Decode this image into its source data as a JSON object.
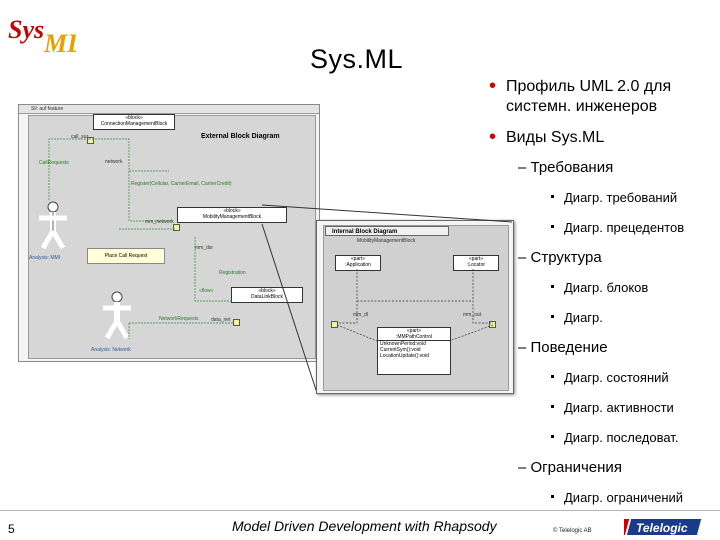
{
  "title": "Sys.ML",
  "logo": {
    "text": "SysML",
    "colors": [
      "#cc0000",
      "#e8a000"
    ]
  },
  "bullets": [
    {
      "level": 1,
      "text": "Профиль UML 2.0 для"
    },
    {
      "level": 1,
      "text": "системн. инженеров",
      "continuation": true
    },
    {
      "level": 1,
      "text": "Виды Sys.ML"
    },
    {
      "level": 2,
      "text": "– Требования"
    },
    {
      "level": 3,
      "text": "Диагр. требований"
    },
    {
      "level": 3,
      "text": "Диагр. прецедентов"
    },
    {
      "level": 2,
      "text": "– Структура"
    },
    {
      "level": 3,
      "text": "Диагр. блоков"
    },
    {
      "level": 3,
      "text": "Диагр."
    },
    {
      "level": 2,
      "text": "– Поведение"
    },
    {
      "level": 3,
      "text": "Диагр. состояний"
    },
    {
      "level": 3,
      "text": "Диагр. активности"
    },
    {
      "level": 3,
      "text": "Диагр. последоват."
    },
    {
      "level": 2,
      "text": "– Ограничения"
    },
    {
      "level": 3,
      "text": "Диагр. ограничений"
    }
  ],
  "ebd": {
    "tab": "Sll: auf feature",
    "title": "External Block Diagram",
    "block_top": "«block»\nConnectionManagementBlock",
    "port_call": "call_sur",
    "lbl_call_requests": "CallRequests",
    "lbl_network": "network",
    "lbl_register": "Register(Cellular, CarrierEmail, CarrierCredit)",
    "block_mobility": "«block»\nMobilityManagementBlock",
    "lbl_mm_network": "mm_network",
    "actor_mmi": "Analysis: MMI",
    "note_place_call": "Place Call Request",
    "lbl_mm_dsr": "mm_dsr",
    "lbl_registration": "Registration",
    "block_data": "«block»\nDataLinkBlock",
    "lbl_network_requests": "NetworkRequests",
    "lbl_data_net": "data_net",
    "actor_network": "Analysis: Network",
    "lbl_flows": "«flow»"
  },
  "ibd": {
    "title": "Internal Block Diagram",
    "subtitle": "MobilityManagementBlock",
    "part_app": "«part»\n:Application",
    "part_locator": "«part»\n:Locator",
    "lbl_mm_dl": "mm_dl",
    "lbl_mm_out": "mm_out",
    "part_mm": "«part»\n:MMPathControl",
    "attrs": [
      "UnknownPeriod:void",
      "CurrentSym():void",
      "LocationUpdate():void"
    ]
  },
  "footer": {
    "page_number": "5",
    "caption": "Model Driven Development with Rhapsody",
    "copyright": "© Telelogic AB",
    "brand": "Telelogic"
  }
}
